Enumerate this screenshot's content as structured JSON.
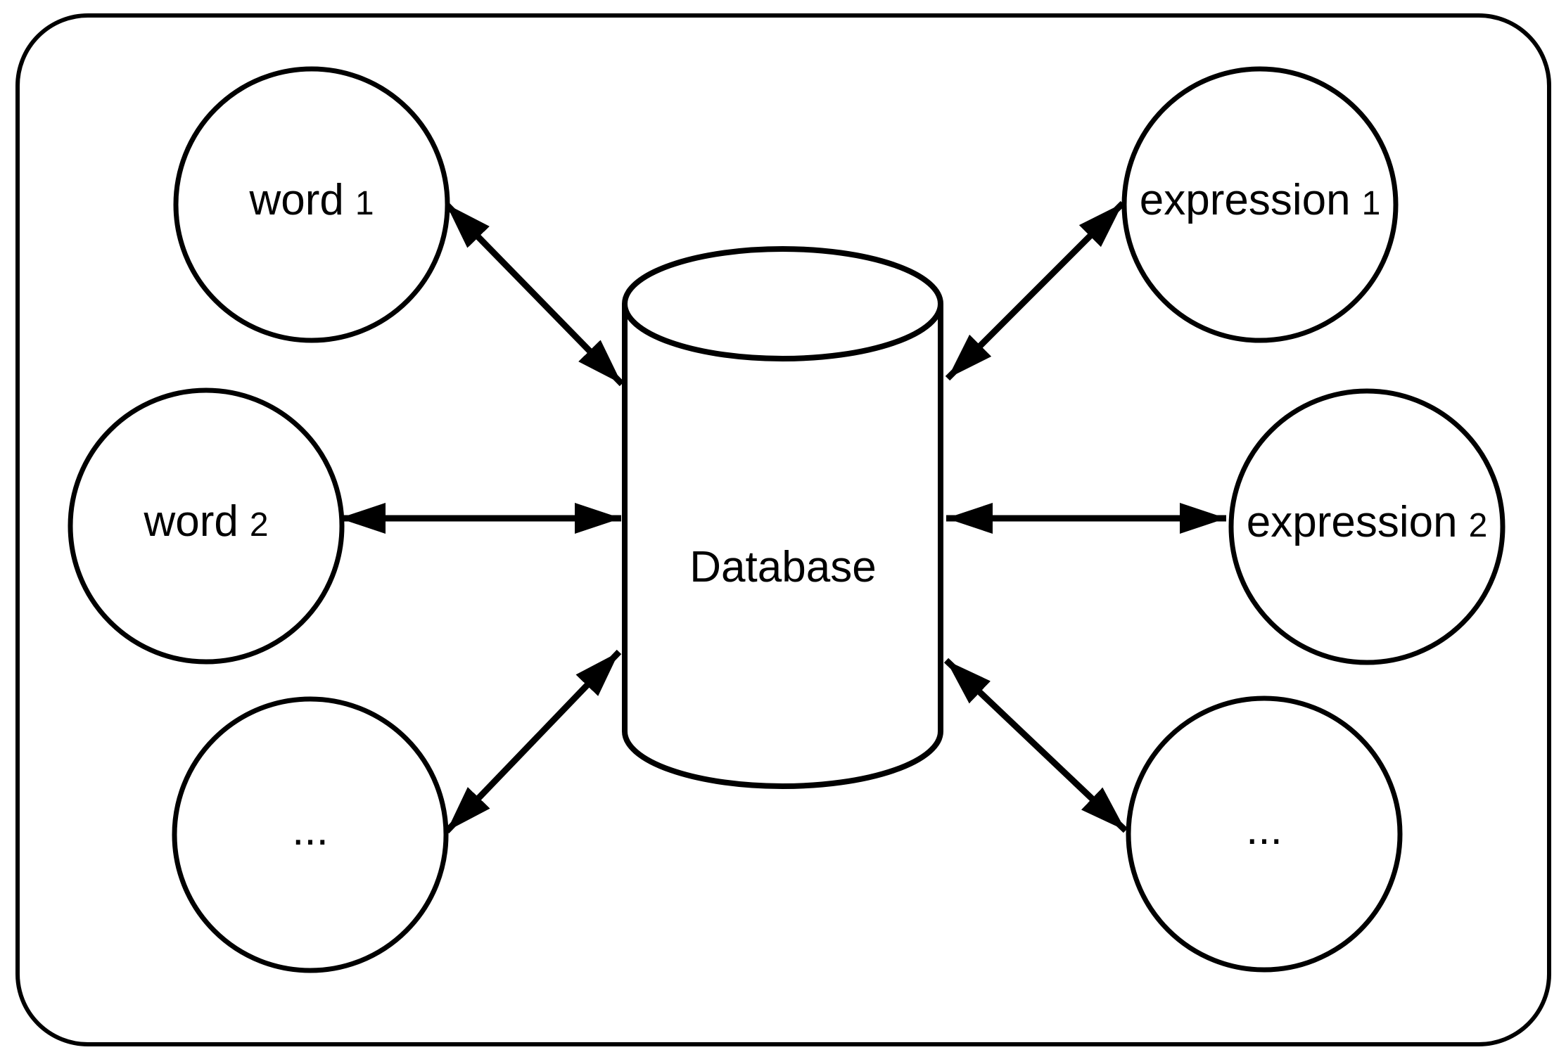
{
  "diagram": {
    "colors": {
      "stroke": "#000000",
      "fill": "#ffffff"
    },
    "database": {
      "label": "Database"
    },
    "nodes": [
      {
        "word": "word",
        "num": "1"
      },
      {
        "word": "word",
        "num": "2"
      },
      {
        "word": "...",
        "num": ""
      },
      {
        "word": "expression",
        "num": "1"
      },
      {
        "word": "expression",
        "num": "2"
      },
      {
        "word": "...",
        "num": ""
      }
    ]
  }
}
